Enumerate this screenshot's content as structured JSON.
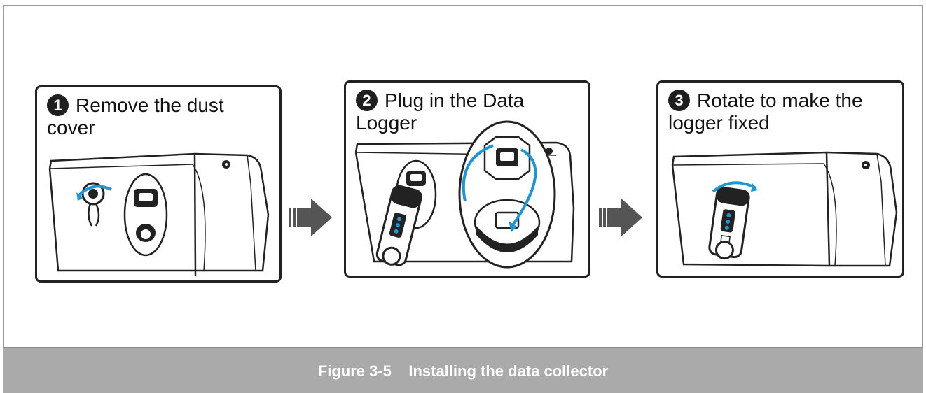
{
  "steps": [
    {
      "number": "1",
      "text": "Remove the dust\ncover"
    },
    {
      "number": "2",
      "text": "Plug in the Data\nLogger"
    },
    {
      "number": "3",
      "text": "Rotate to make the\nlogger fixed"
    }
  ],
  "caption": "Figure 3-5    Installing the data collector",
  "icons": {
    "arrow": "right-arrow-icon",
    "number_badge": "circled-number-icon"
  },
  "colors": {
    "outline": "#222222",
    "accent_arrow": "#1e95d4",
    "caption_bar": "#aaaaaa",
    "caption_text": "#ffffff",
    "frame_border": "#9b9b9b"
  }
}
